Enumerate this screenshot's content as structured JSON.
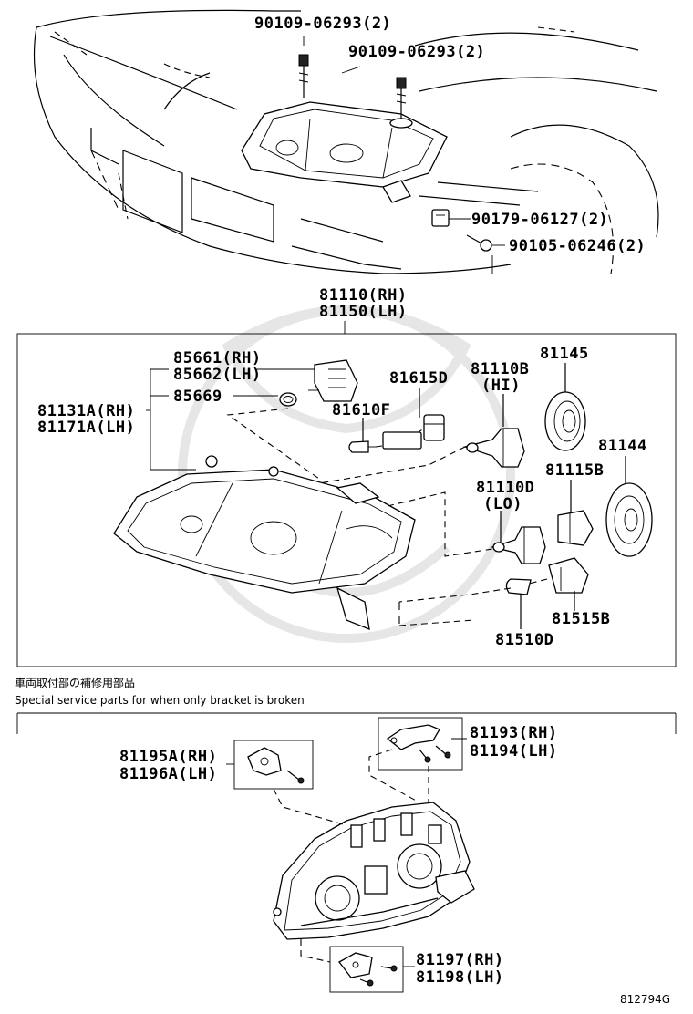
{
  "top_labels": {
    "bolt_upper_left": "90109-06293(2)",
    "bolt_upper_right": "90109-06293(2)",
    "clip": "90179-06127(2)",
    "screw": "90105-06246(2)",
    "assy_rh": "81110(RH)",
    "assy_lh": "81150(LH)"
  },
  "box1_labels": {
    "socket_rh": "85661(RH)",
    "socket_lh": "85662(LH)",
    "oring": "85669",
    "unit_rh": "81131A(RH)",
    "unit_lh": "81171A(LH)",
    "socket_81615d": "81615D",
    "bulb_81610f": "81610F",
    "bulb_hi": "81110B",
    "bulb_hi_tag": "(HI)",
    "cover_81145": "81145",
    "cover_81144": "81144",
    "bulb_lo": "81110D",
    "bulb_lo_tag": "(LO)",
    "socket_81115b": "81115B",
    "socket_81515b": "81515B",
    "bulb_81510d": "81510D"
  },
  "service_note": {
    "jp": "車両取付部の補修用部品",
    "en": "Special service parts for when only bracket is broken"
  },
  "box2_labels": {
    "bracket_upper_rh": "81193(RH)",
    "bracket_upper_lh": "81194(LH)",
    "bracket_side_rh": "81195A(RH)",
    "bracket_side_lh": "81196A(LH)",
    "bracket_lower_rh": "81197(RH)",
    "bracket_lower_lh": "81198(LH)"
  },
  "figure_id": "812794G"
}
